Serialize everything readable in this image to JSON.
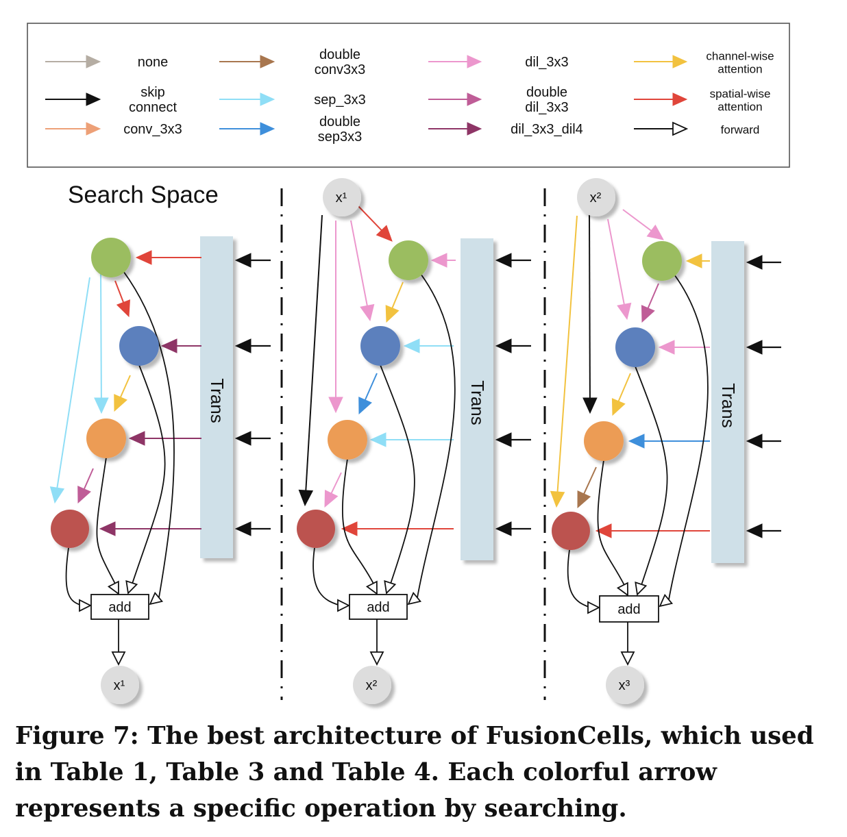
{
  "legend": {
    "items": [
      {
        "lines": [
          "none"
        ],
        "color": "#b5ada3",
        "kind": "solid"
      },
      {
        "lines": [
          "skip",
          "connect"
        ],
        "color": "#111111",
        "kind": "solid"
      },
      {
        "lines": [
          "conv_3x3"
        ],
        "color": "#eda077",
        "kind": "solid"
      },
      {
        "lines": [
          "double",
          "conv3x3"
        ],
        "color": "#a8764e",
        "kind": "solid"
      },
      {
        "lines": [
          "sep_3x3"
        ],
        "color": "#8fdef6",
        "kind": "solid"
      },
      {
        "lines": [
          "double",
          "sep3x3"
        ],
        "color": "#3e8fdb",
        "kind": "solid"
      },
      {
        "lines": [
          "dil_3x3"
        ],
        "color": "#ec97cd",
        "kind": "solid"
      },
      {
        "lines": [
          "double",
          "dil_3x3"
        ],
        "color": "#bf5d97",
        "kind": "solid"
      },
      {
        "lines": [
          "dil_3x3_dil4"
        ],
        "color": "#8e3566",
        "kind": "solid"
      },
      {
        "lines": [
          "channel-wise",
          "attention"
        ],
        "color": "#f2c23f",
        "kind": "solid"
      },
      {
        "lines": [
          "spatial-wise",
          "attention"
        ],
        "color": "#e0453a",
        "kind": "solid"
      },
      {
        "lines": [
          "forward"
        ],
        "color": "#111111",
        "kind": "hollow"
      }
    ]
  },
  "diagram": {
    "title": "Search Space",
    "trans_label": "Trans",
    "add_label": "add",
    "panels": [
      {
        "input_label": "",
        "output_label": "x¹"
      },
      {
        "input_label": "x¹",
        "output_label": "x²"
      },
      {
        "input_label": "x²",
        "output_label": "x³"
      }
    ]
  },
  "colors": {
    "green": "#9bbd60",
    "blue": "#5b80bd",
    "orange": "#ec9c55",
    "red": "#bc5350",
    "trans": "#cfe0e8",
    "gray_node": "#dddddd"
  },
  "caption": "Figure 7: The best architecture of FusionCells, which used in Table 1, Table 3 and Table 4. Each colorful arrow represents a specific operation by searching."
}
